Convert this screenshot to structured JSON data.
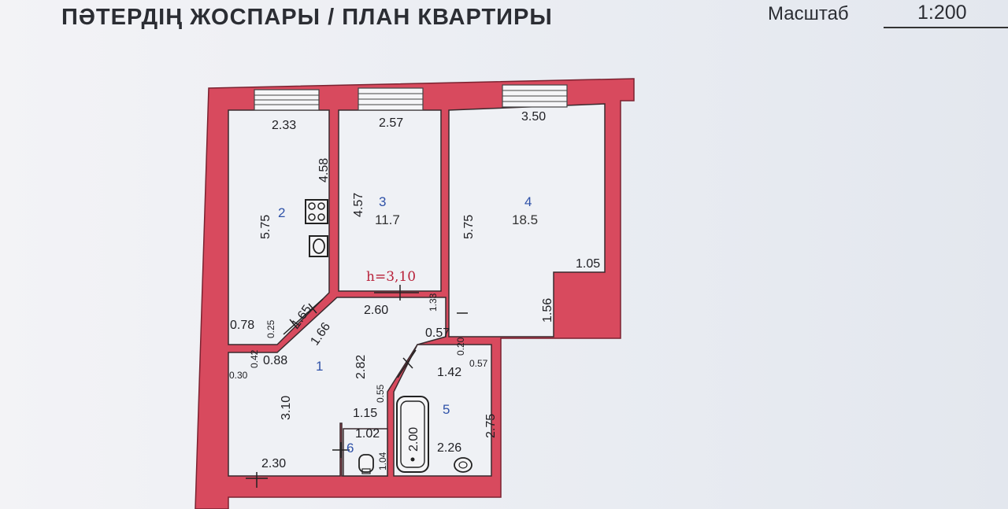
{
  "header": {
    "title": "ПӘТЕРДІҢ ЖОСПАРЫ / ПЛАН КВАРТИРЫ",
    "scale_label": "Масштаб",
    "scale_value": "1:200"
  },
  "rooms": [
    {
      "number": "1"
    },
    {
      "number": "2"
    },
    {
      "number": "3",
      "area": "11.7"
    },
    {
      "number": "4",
      "area": "18.5"
    },
    {
      "number": "5"
    },
    {
      "number": "6"
    }
  ],
  "ceiling_height": "h=3,10",
  "dimensions": {
    "d233": "2.33",
    "d257": "2.57",
    "d350": "3.50",
    "d458": "4.58",
    "d575a": "5.75",
    "d457": "4.57",
    "d575b": "5.75",
    "d105": "1.05",
    "d156": "1.56",
    "d260": "2.60",
    "d133": "1.33",
    "d057a": "0.57",
    "d165": "1.65",
    "d166": "1.66",
    "d078": "0.78",
    "d025": "0.25",
    "d042": "0.42",
    "d030": "0.30",
    "d088": "0.88",
    "d282": "2.82",
    "d310": "3.10",
    "d055": "0.55",
    "d115": "1.15",
    "d102": "1.02",
    "d104": "1.04",
    "d200": "2.00",
    "d142": "1.42",
    "d020": "0.20",
    "d057b": "0.57",
    "d275": "2.75",
    "d226": "2.26",
    "d230": "2.30"
  }
}
